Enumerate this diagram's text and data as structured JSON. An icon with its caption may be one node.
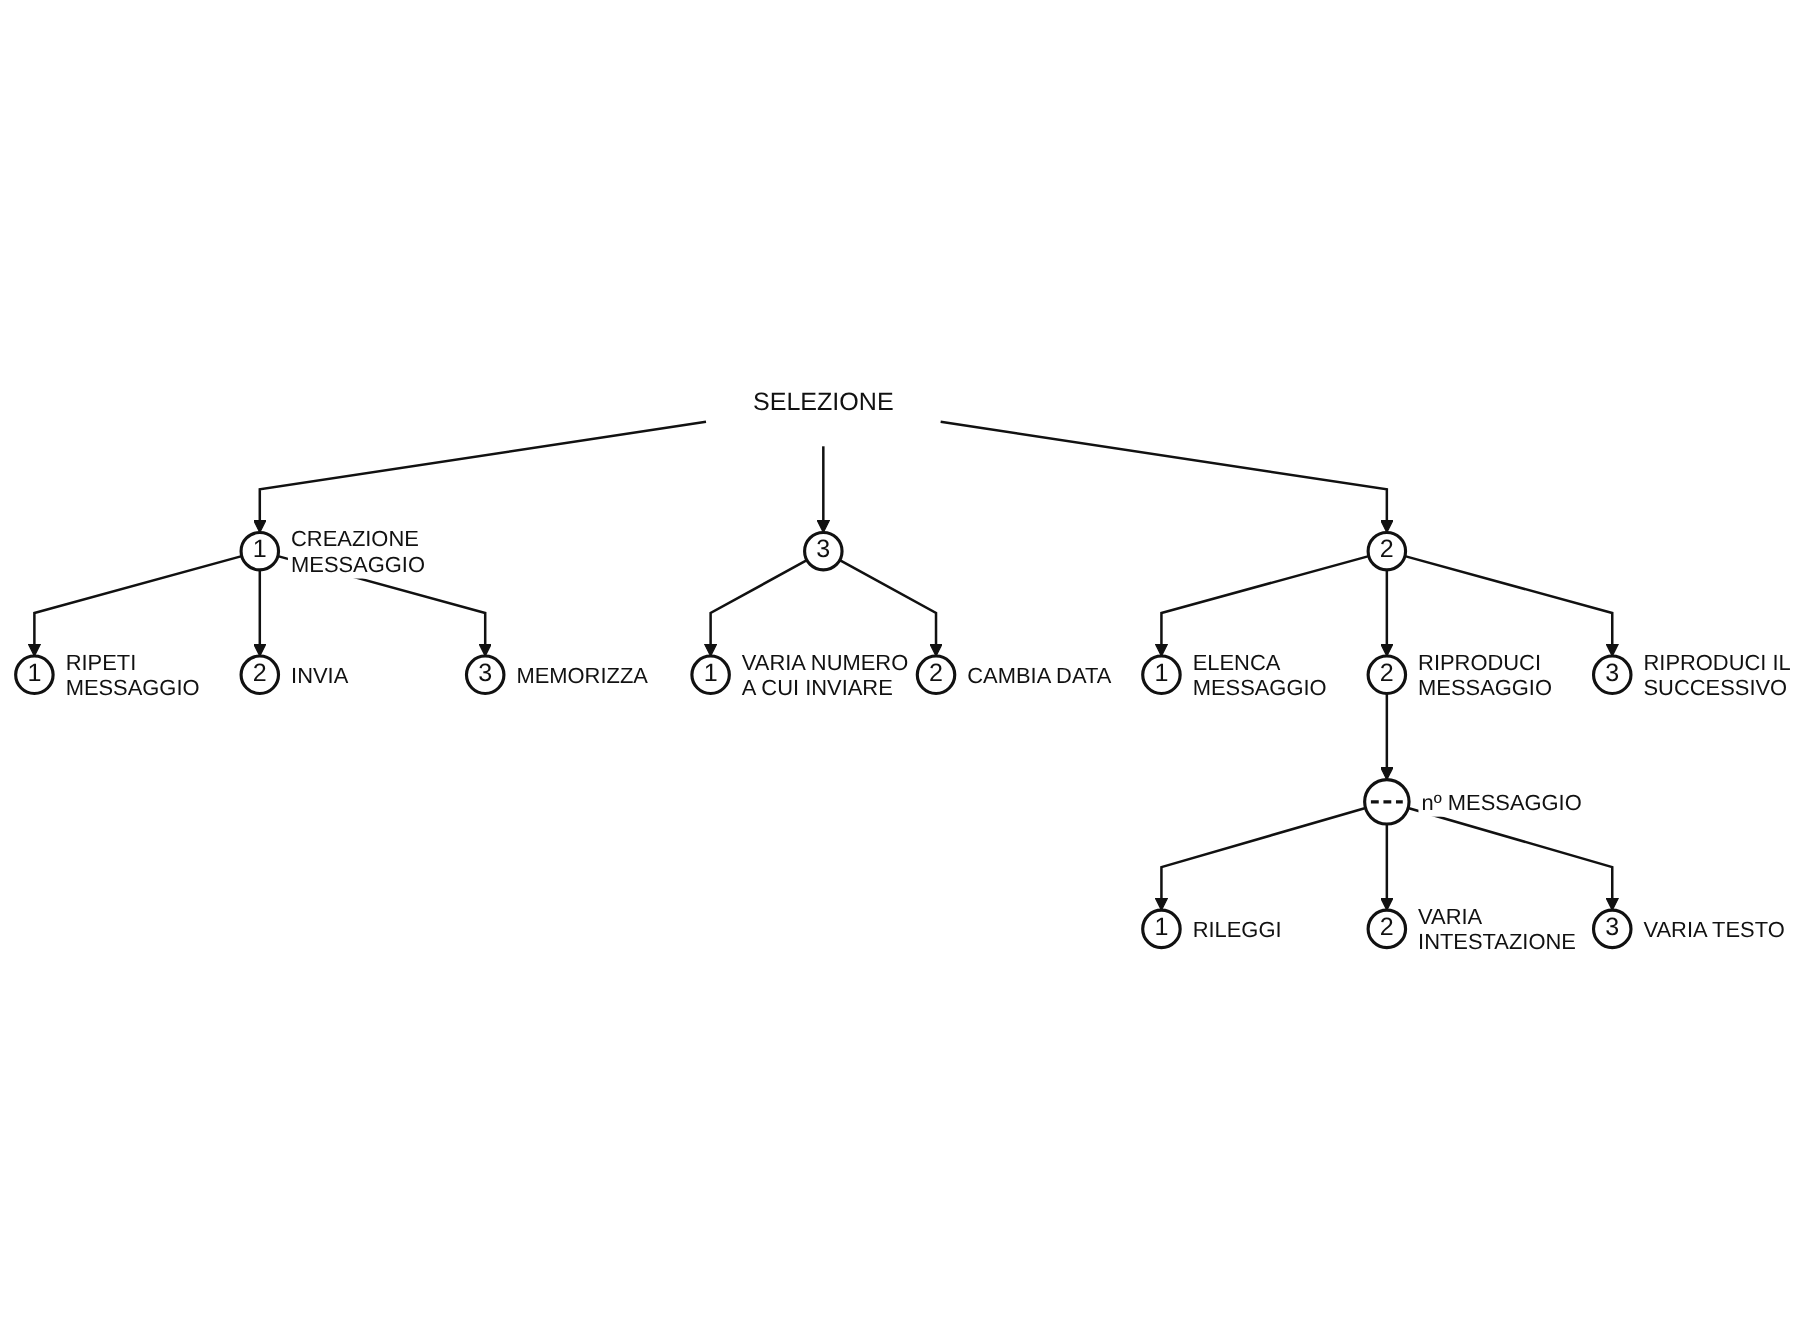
{
  "diagram": {
    "nodes": [
      {
        "text": [
          "SELEZIONE"
        ]
      },
      {
        "text": [
          "1"
        ],
        "beside": [
          "CREAZIONE MESSAGGIO"
        ]
      },
      {
        "text": [
          "2"
        ]
      },
      {
        "text": [
          "3"
        ]
      },
      {
        "text": [
          "1"
        ],
        "beside": [
          "RIPETI MESSAGGIO"
        ]
      },
      {
        "text": [
          "2"
        ],
        "beside": [
          "INVIA"
        ]
      },
      {
        "text": [
          "3"
        ],
        "beside": [
          "MEMORIZZA"
        ]
      },
      {
        "text": [
          "1"
        ],
        "beside": [
          "VARIA NUMERO A CUI INVIARE"
        ]
      },
      {
        "text": [
          "2"
        ],
        "beside": [
          "CAMBIA DATA"
        ]
      },
      {
        "text": [
          "1"
        ],
        "beside": [
          "ELENCA MESSAGGIO"
        ]
      },
      {
        "text": [
          "2"
        ],
        "beside": [
          "RIPRODUCI MESSAGGIO"
        ]
      },
      {
        "text": [
          "3"
        ],
        "beside": [
          "RIPRODUCI IL SUCCESSIVO"
        ]
      },
      {
        "text": [],
        "shape": "circle",
        "beside": [
          "nº MESSAGGIO"
        ]
      },
      {
        "text": [
          "1"
        ],
        "beside": [
          "RILEGGI"
        ]
      },
      {
        "text": [
          "2"
        ],
        "beside": [
          "VARIA INTESTAZIONE"
        ]
      },
      {
        "text": [
          "3"
        ],
        "beside": [
          "VARIA TESTO"
        ]
      }
    ],
    "edges": [
      {
        "from": 0,
        "to": 1,
        "arrow": "to"
      },
      {
        "from": 0,
        "to": 2,
        "arrow": "to"
      },
      {
        "from": 0,
        "to": 3,
        "arrow": "to"
      },
      {
        "from": 1,
        "to": 4,
        "arrow": "to"
      },
      {
        "from": 1,
        "to": 5,
        "arrow": "to"
      },
      {
        "from": 1,
        "to": 6,
        "arrow": "to"
      },
      {
        "from": 3,
        "to": 7,
        "arrow": "to"
      },
      {
        "from": 3,
        "to": 8,
        "arrow": "to"
      },
      {
        "from": 2,
        "to": 9,
        "arrow": "to"
      },
      {
        "from": 2,
        "to": 10,
        "arrow": "to"
      },
      {
        "from": 2,
        "to": 11,
        "arrow": "to"
      },
      {
        "from": 10,
        "to": 12,
        "arrow": "to"
      },
      {
        "from": 12,
        "to": 13,
        "arrow": "to"
      },
      {
        "from": 12,
        "to": 14,
        "arrow": "to"
      },
      {
        "from": 12,
        "to": 15,
        "arrow": "to"
      }
    ]
  }
}
